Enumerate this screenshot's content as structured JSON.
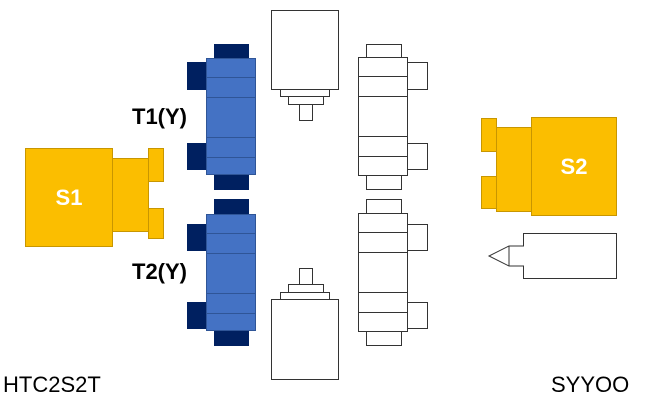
{
  "labels": {
    "spindle_1": "S1",
    "spindle_2": "S2",
    "turret_1": "T1(Y)",
    "turret_2": "T2(Y)",
    "model_left": "HTC2S2T",
    "model_right": "SYYOO"
  },
  "colors": {
    "spindle": "#FBBE00",
    "turret": "#4472C4",
    "turret_dark": "#002060",
    "outline": "#333333"
  }
}
